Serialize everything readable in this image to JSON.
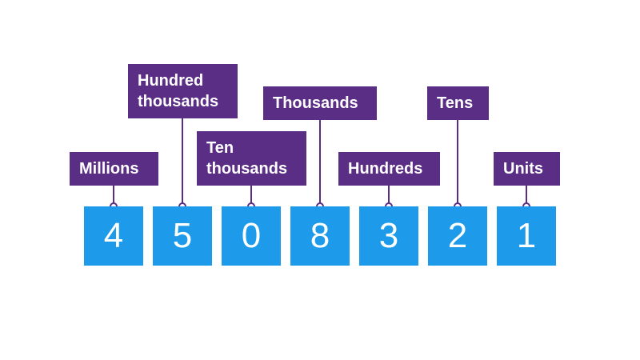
{
  "place_value": {
    "columns": [
      {
        "label": "Millions",
        "digit": "4"
      },
      {
        "label": "Hundred thousands",
        "label_line1": "Hundred",
        "label_line2": "thousands",
        "digit": "5"
      },
      {
        "label": "Ten thousands",
        "label_line1": "Ten",
        "label_line2": "thousands",
        "digit": "0"
      },
      {
        "label": "Thousands",
        "digit": "8"
      },
      {
        "label": "Hundreds",
        "digit": "3"
      },
      {
        "label": "Tens",
        "digit": "2"
      },
      {
        "label": "Units",
        "digit": "1"
      }
    ]
  },
  "colors": {
    "digit_box": "#1d9bea",
    "label_box": "#5b2e86",
    "connector": "#5b2e86"
  }
}
